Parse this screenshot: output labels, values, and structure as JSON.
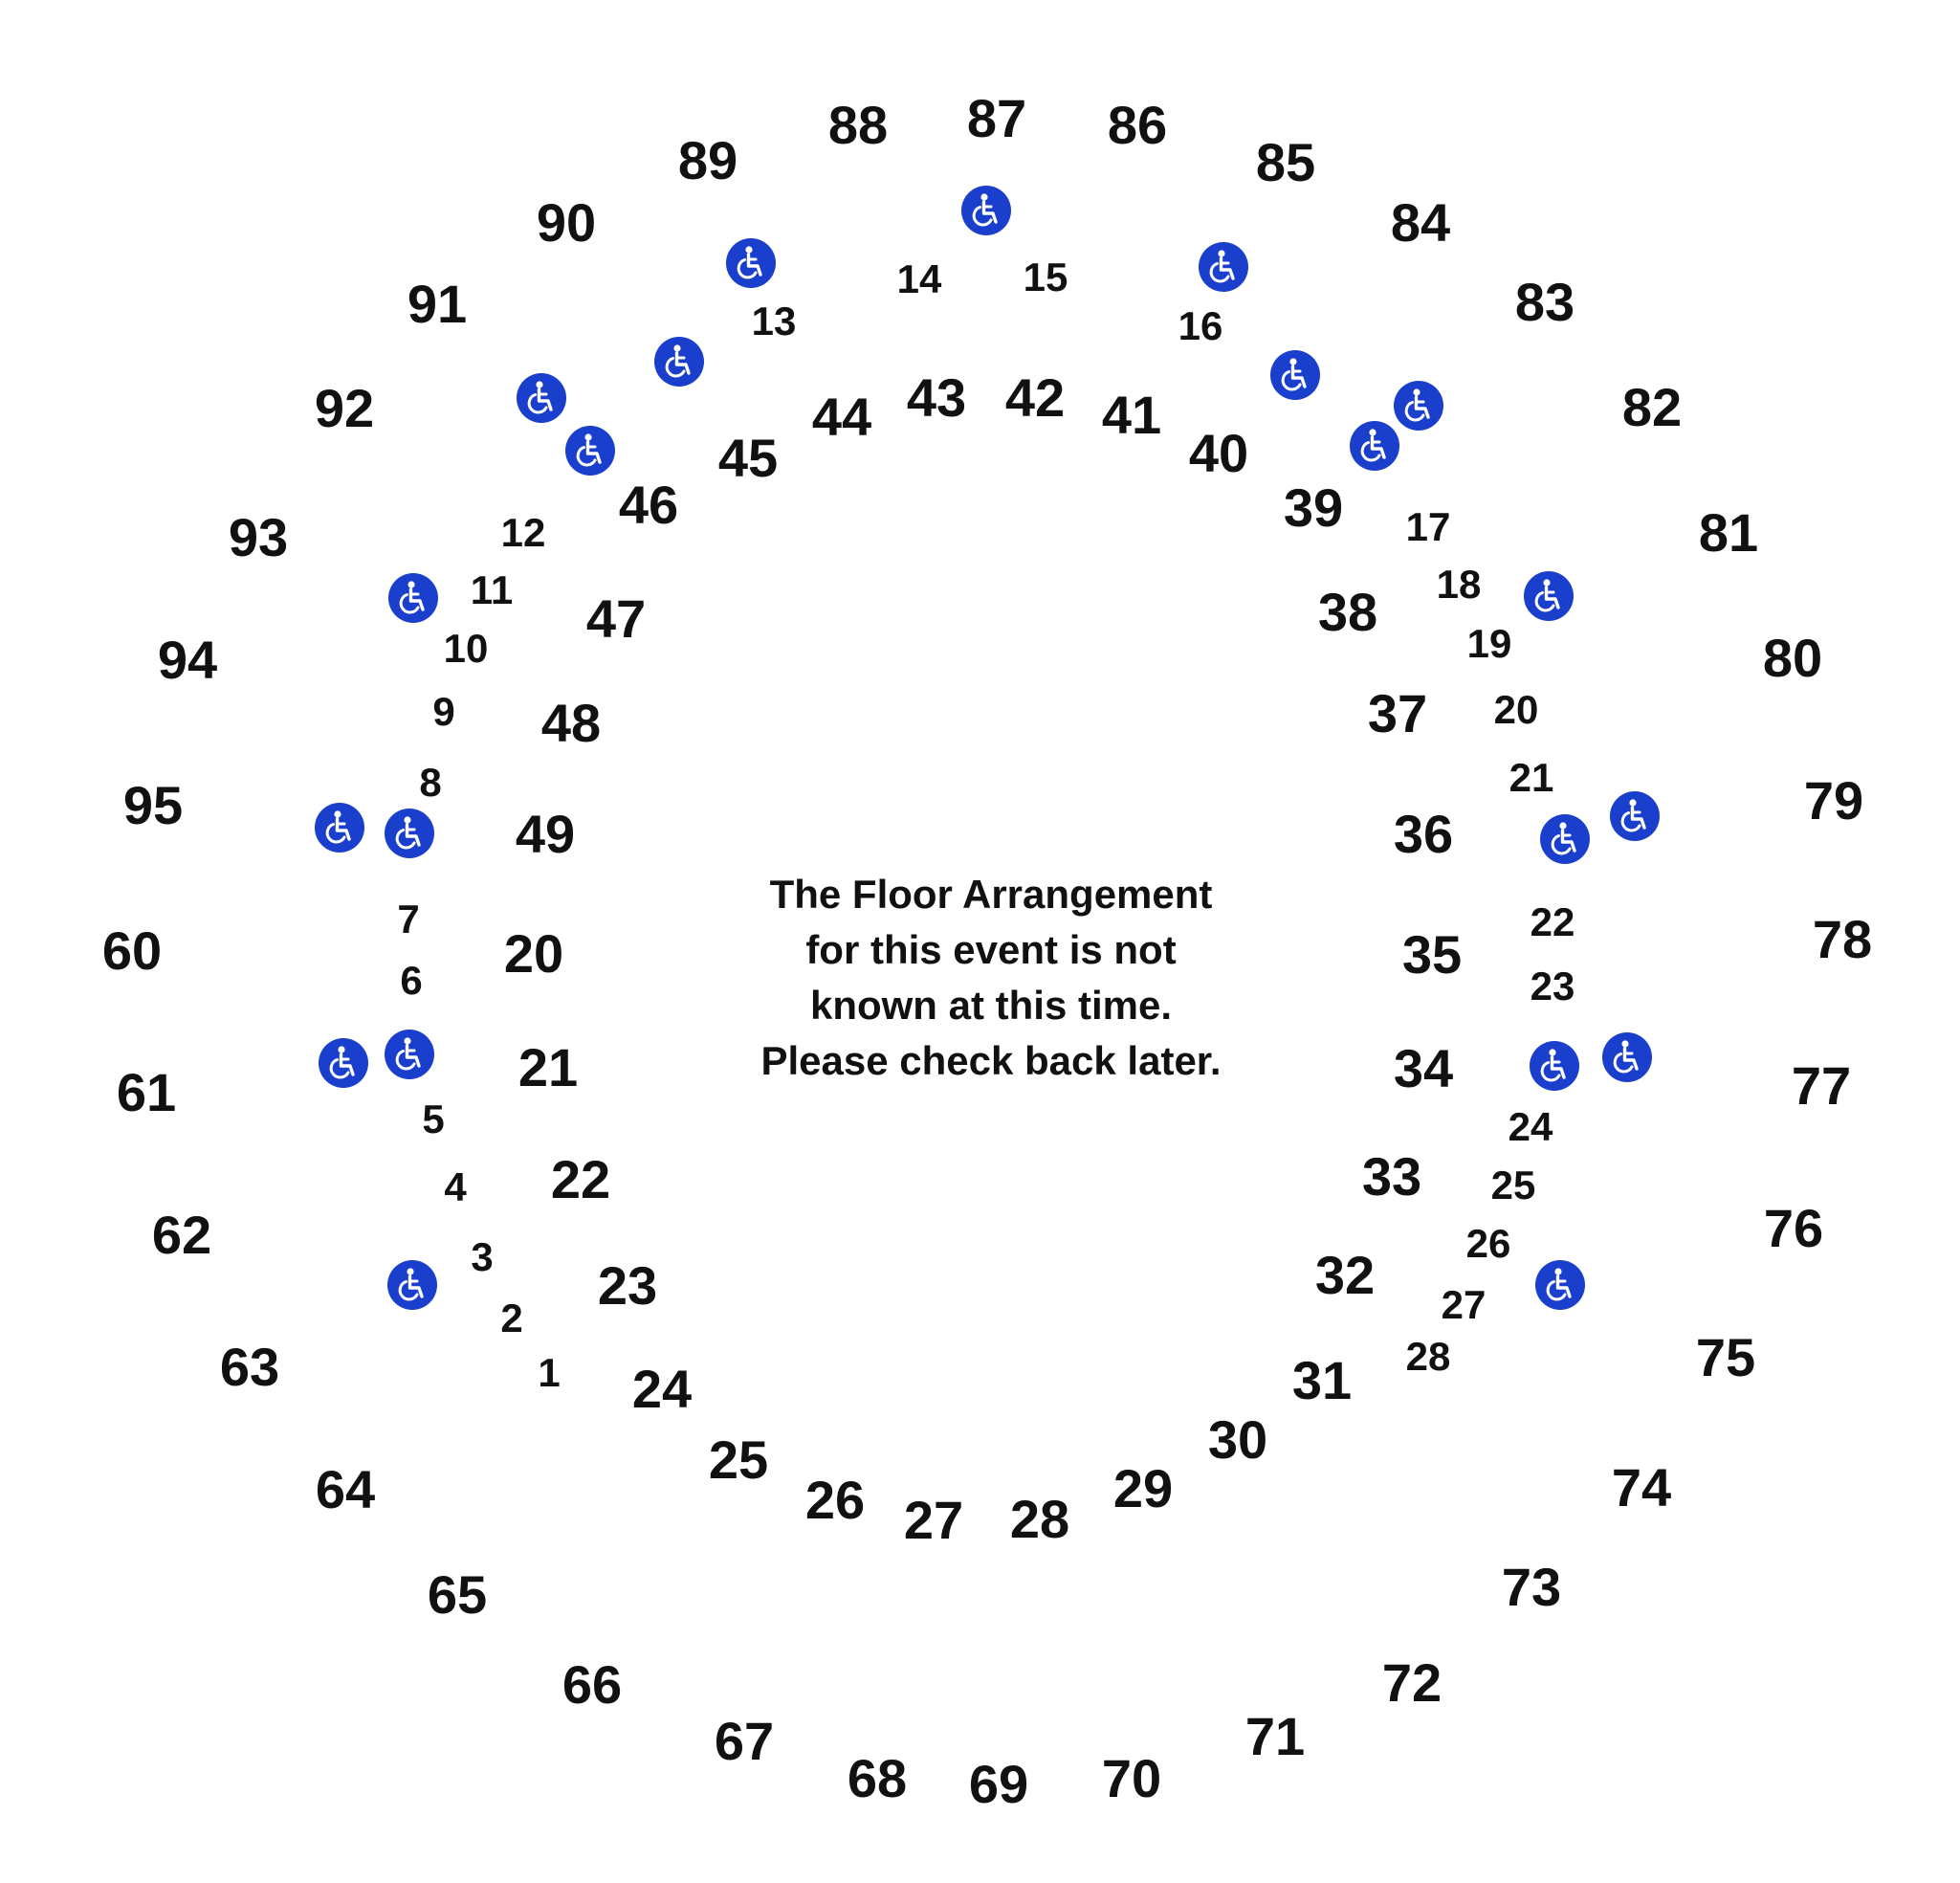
{
  "notice": {
    "lines": [
      "The Floor Arrangement",
      "for this event is not",
      "known at this time.",
      "Please check back later."
    ]
  },
  "colors": {
    "accessible_badge": "#1a3fcc",
    "text": "#111111",
    "background": "#ffffff"
  },
  "icons": {
    "accessible_seat": "wheelchair-icon"
  },
  "outer_ring": [
    "95",
    "94",
    "93",
    "92",
    "91",
    "90",
    "89",
    "88",
    "87",
    "86",
    "85",
    "84",
    "83",
    "82",
    "81",
    "80",
    "79",
    "78",
    "77",
    "76",
    "75",
    "74",
    "73",
    "72",
    "71",
    "70",
    "69",
    "68",
    "67",
    "66",
    "65",
    "64",
    "63",
    "62",
    "61",
    "60"
  ],
  "middle_ring": [
    "20",
    "21",
    "22",
    "23",
    "24",
    "25",
    "26",
    "27",
    "28",
    "29",
    "30",
    "31",
    "32",
    "33",
    "34",
    "35",
    "36",
    "37",
    "38",
    "39",
    "40",
    "41",
    "42",
    "43",
    "44",
    "45",
    "46",
    "47",
    "48",
    "49"
  ],
  "inner_left": [
    "1",
    "2",
    "3",
    "4",
    "5",
    "6",
    "7",
    "8",
    "9",
    "10",
    "11",
    "12",
    "13",
    "14"
  ],
  "inner_right": [
    "15",
    "16",
    "17",
    "18",
    "19",
    "20",
    "21",
    "22",
    "23",
    "24",
    "25",
    "26",
    "27",
    "28"
  ]
}
